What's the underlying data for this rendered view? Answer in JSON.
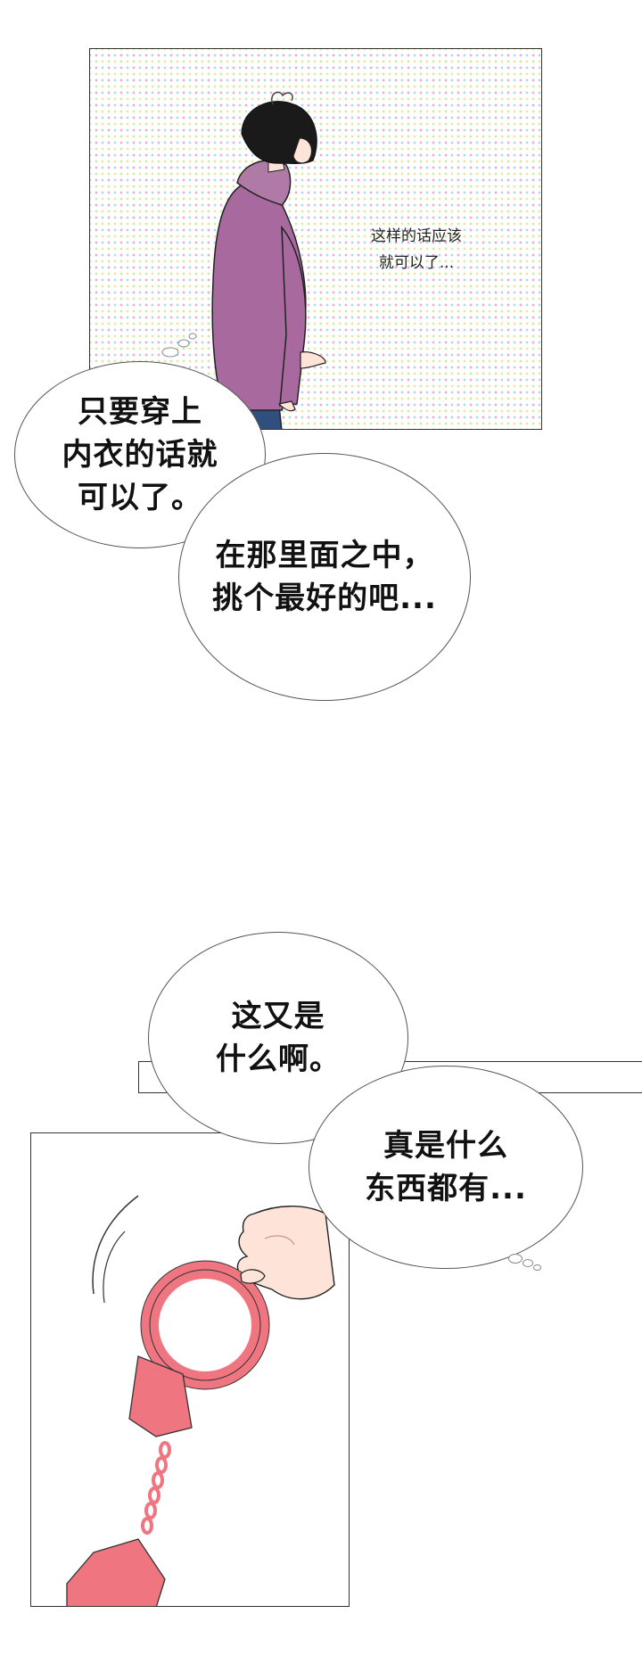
{
  "panel1": {
    "caption": "这样的话应该\n就可以了..."
  },
  "bubbles": {
    "b1": "只要穿上\n内衣的话就\n可以了。",
    "b2": "在那里面之中，\n挑个最好的吧...",
    "b3": "这又是\n什么啊。",
    "b4": "真是什么\n东西都有..."
  },
  "colors": {
    "hoodie": "#a86a9e",
    "handcuffs": "#ef7580",
    "hair": "#1a1a1a",
    "jeans": "#2f4f7f",
    "skin": "#fde3d8"
  }
}
